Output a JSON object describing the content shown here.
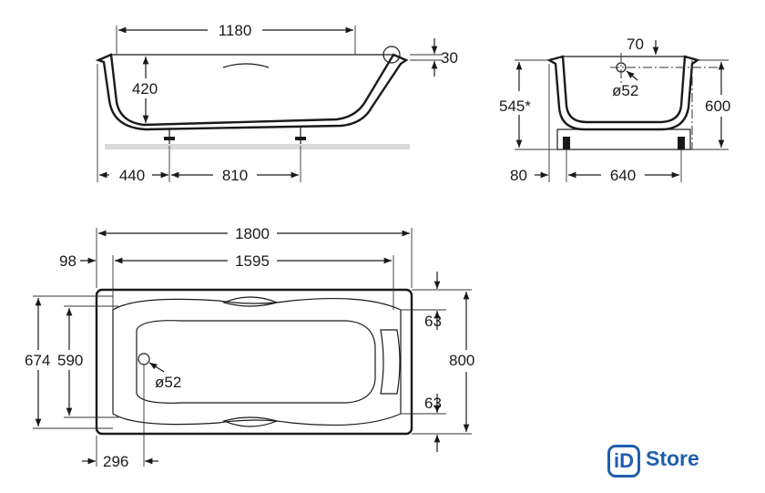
{
  "side_view": {
    "inner_length": "1180",
    "depth": "420",
    "rim": "30",
    "leg_offset": "440",
    "leg_spacing": "810"
  },
  "end_view": {
    "drain_offset": "70",
    "drain_diameter": "ø52",
    "height": "545*",
    "overall_height": "600",
    "leg_offset": "80",
    "leg_spacing": "640"
  },
  "plan_view": {
    "overall_length": "1800",
    "inner_length": "1595",
    "edge_offset": "98",
    "inner_width_a": "674",
    "inner_width_b": "590",
    "drain_diameter": "ø52",
    "overall_width": "800",
    "handle_offset_top": "63",
    "handle_offset_bottom": "63",
    "drain_offset": "296"
  },
  "logo": {
    "mark": "iD",
    "text": "Store",
    "color": "#1f5fae"
  }
}
